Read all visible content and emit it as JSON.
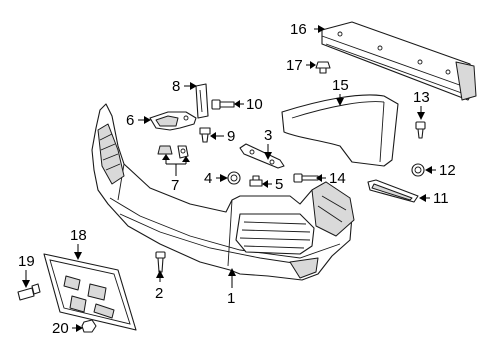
{
  "diagram": {
    "callouts": [
      {
        "id": "1",
        "text": "1"
      },
      {
        "id": "2",
        "text": "2"
      },
      {
        "id": "3",
        "text": "3"
      },
      {
        "id": "4",
        "text": "4"
      },
      {
        "id": "5",
        "text": "5"
      },
      {
        "id": "6",
        "text": "6"
      },
      {
        "id": "7",
        "text": "7"
      },
      {
        "id": "8",
        "text": "8"
      },
      {
        "id": "9",
        "text": "9"
      },
      {
        "id": "10",
        "text": "10"
      },
      {
        "id": "11",
        "text": "11"
      },
      {
        "id": "12",
        "text": "12"
      },
      {
        "id": "13",
        "text": "13"
      },
      {
        "id": "14",
        "text": "14"
      },
      {
        "id": "15",
        "text": "15"
      },
      {
        "id": "16",
        "text": "16"
      },
      {
        "id": "17",
        "text": "17"
      },
      {
        "id": "18",
        "text": "18"
      },
      {
        "id": "19",
        "text": "19"
      },
      {
        "id": "20",
        "text": "20"
      }
    ]
  }
}
